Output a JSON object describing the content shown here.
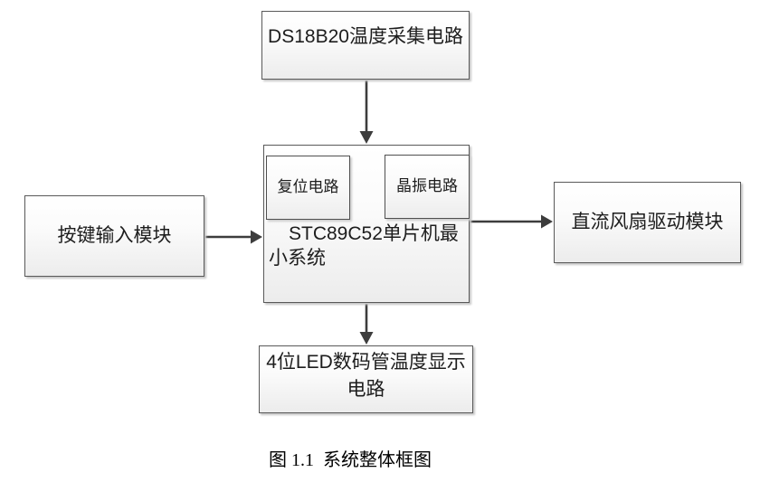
{
  "diagram": {
    "caption": "图 1.1  系统整体框图",
    "nodes": {
      "sensor": {
        "label": "DS18B20温度采集电路"
      },
      "keys": {
        "label": "按键输入模块"
      },
      "fan": {
        "label": "直流风扇驱动模块"
      },
      "mcu": {
        "label": "STC89C52单片机最小系统",
        "lines": [
          "STC89C52单片机最",
          "小系统"
        ]
      },
      "reset": {
        "label": "复位电路"
      },
      "crystal": {
        "label": "晶振电路"
      },
      "display": {
        "label": "4位LED数码管温度显示电路",
        "lines": [
          "4位LED数码管温度显示",
          "电路"
        ]
      }
    },
    "connections": [
      {
        "from": "sensor",
        "to": "mcu",
        "direction": "down"
      },
      {
        "from": "keys",
        "to": "mcu",
        "direction": "right"
      },
      {
        "from": "mcu",
        "to": "fan",
        "direction": "right"
      },
      {
        "from": "mcu",
        "to": "display",
        "direction": "down"
      }
    ],
    "colors": {
      "box_border": "#595959",
      "box_fill_top": "#ffffff",
      "box_fill_bottom": "#ececec",
      "arrow": "#3d3d3d",
      "text": "#1d1d1d"
    }
  }
}
